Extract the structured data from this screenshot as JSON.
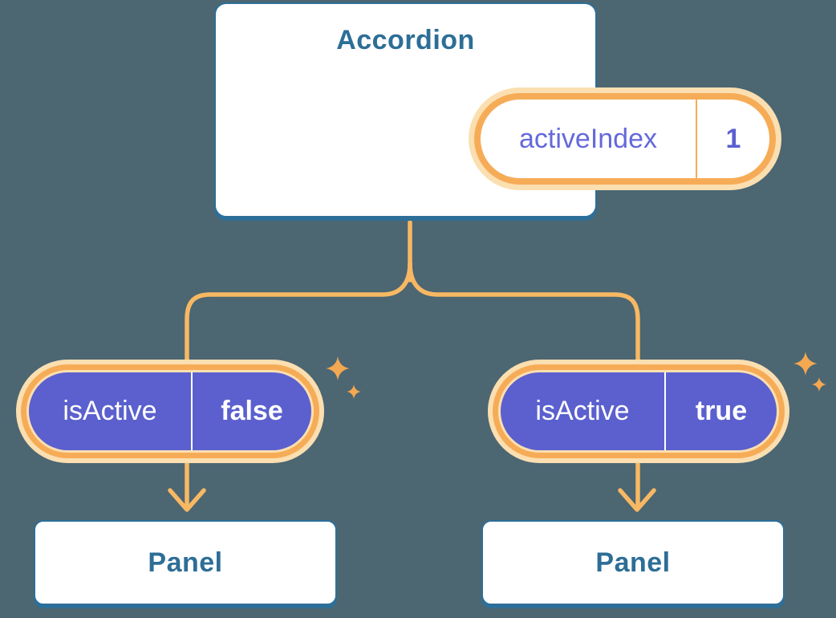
{
  "colors": {
    "background": "#4C6672",
    "card_border": "#2D6F99",
    "card_text": "#2D6E96",
    "pill_purple": "#5B60CE",
    "pill_orange": "#F6AC57",
    "pill_glow": "#FBDFB1",
    "connector": "#F7B863",
    "prop_text": "#6469DB",
    "value_text": "#5A60D0"
  },
  "root": {
    "title": "Accordion",
    "state": {
      "name": "activeIndex",
      "value": "1"
    }
  },
  "children": [
    {
      "prop": {
        "name": "isActive",
        "value": "false"
      },
      "panel": {
        "title": "Panel"
      }
    },
    {
      "prop": {
        "name": "isActive",
        "value": "true"
      },
      "panel": {
        "title": "Panel"
      }
    }
  ]
}
